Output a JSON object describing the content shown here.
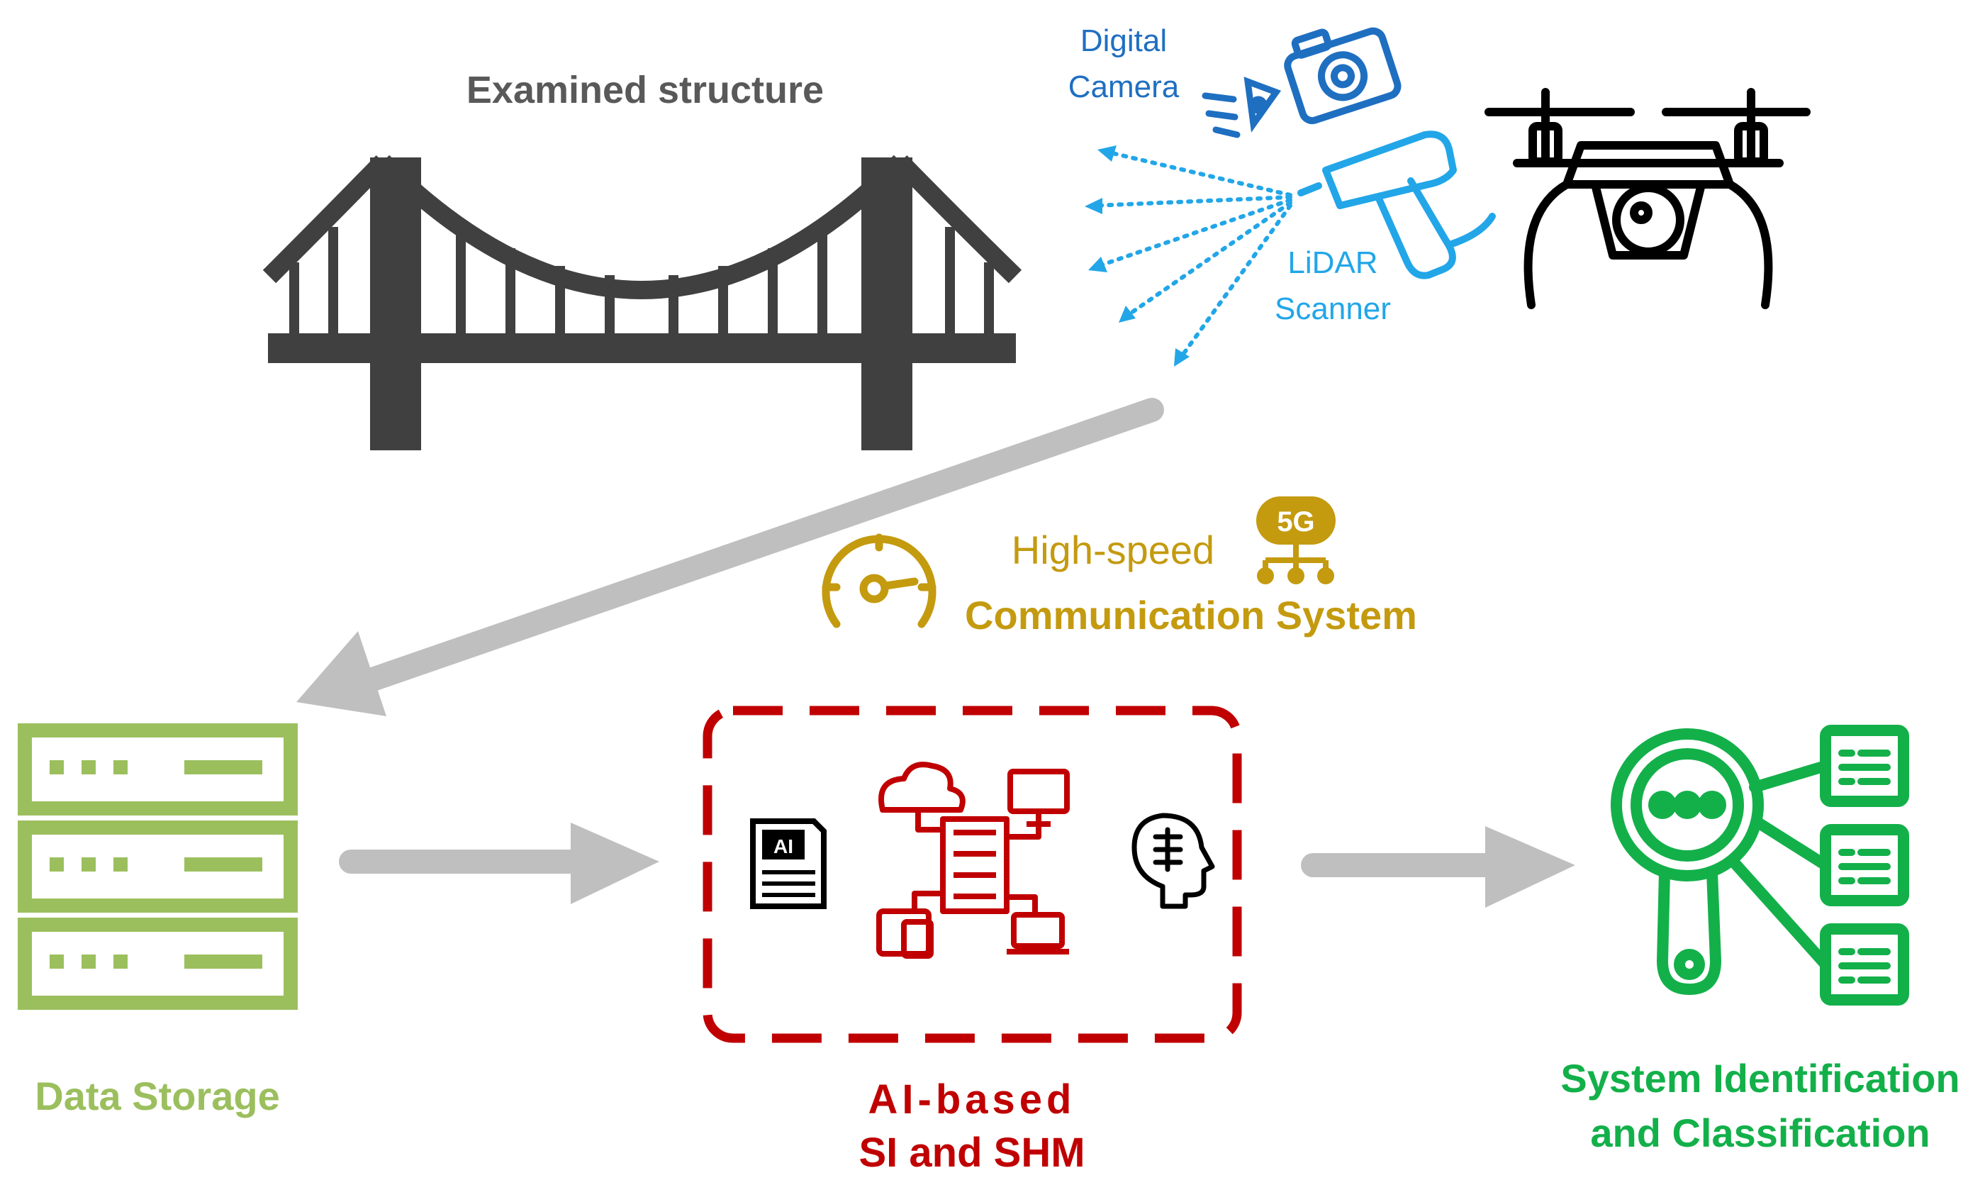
{
  "structure": {
    "title": "Examined structure"
  },
  "sensors": {
    "camera_line1": "Digital",
    "camera_line2": "Camera",
    "lidar_line1": "LiDAR",
    "lidar_line2": "Scanner"
  },
  "communication": {
    "line1": "High-speed",
    "line2": "Communication System",
    "badge": "5G"
  },
  "storage": {
    "label": "Data Storage"
  },
  "ai_box": {
    "line1": "AI-based",
    "line2": "SI and SHM",
    "doc_badge": "AI"
  },
  "result": {
    "line1": "System Identification",
    "line2": "and Classification"
  },
  "colors": {
    "bridge": "#404040",
    "camera": "#1F6FC1",
    "lidar": "#22A6E8",
    "drone": "#000000",
    "arrows": "#BFBFBF",
    "communication": "#C49A0F",
    "storage": "#9CBF5E",
    "ai": "#C00000",
    "result": "#13B04A"
  }
}
